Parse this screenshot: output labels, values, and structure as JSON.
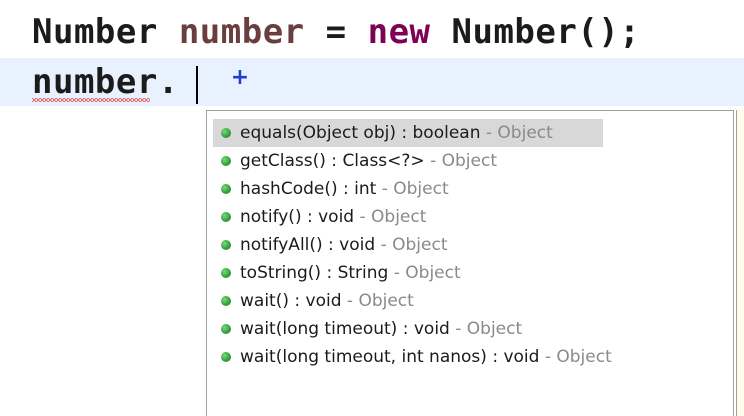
{
  "code": {
    "line1": {
      "type": "Number",
      "variable": "number",
      "operator": "=",
      "keyword": "new",
      "constructor": "Number();"
    },
    "line2": {
      "text": "number."
    },
    "marker": "+"
  },
  "completion": {
    "items": [
      {
        "signature": "equals(Object obj) : boolean",
        "owner": "- Object",
        "selected": true
      },
      {
        "signature": "getClass() : Class<?>",
        "owner": "- Object"
      },
      {
        "signature": "hashCode() : int",
        "owner": "- Object"
      },
      {
        "signature": "notify() : void",
        "owner": "- Object"
      },
      {
        "signature": "notifyAll() : void",
        "owner": "- Object"
      },
      {
        "signature": "toString() : String",
        "owner": "- Object"
      },
      {
        "signature": "wait() : void",
        "owner": "- Object"
      },
      {
        "signature": "wait(long timeout) : void",
        "owner": "- Object"
      },
      {
        "signature": "wait(long timeout, int nanos) : void",
        "owner": "- Object"
      }
    ],
    "icon": "public-method-icon",
    "colors": {
      "selection": "#d8d8d8",
      "method_icon": "#2e9e3a",
      "owner_text": "#8a8a8a",
      "keyword": "#7f0055",
      "variable": "#6a3e3e",
      "current_line": "#e8f2fe"
    }
  }
}
